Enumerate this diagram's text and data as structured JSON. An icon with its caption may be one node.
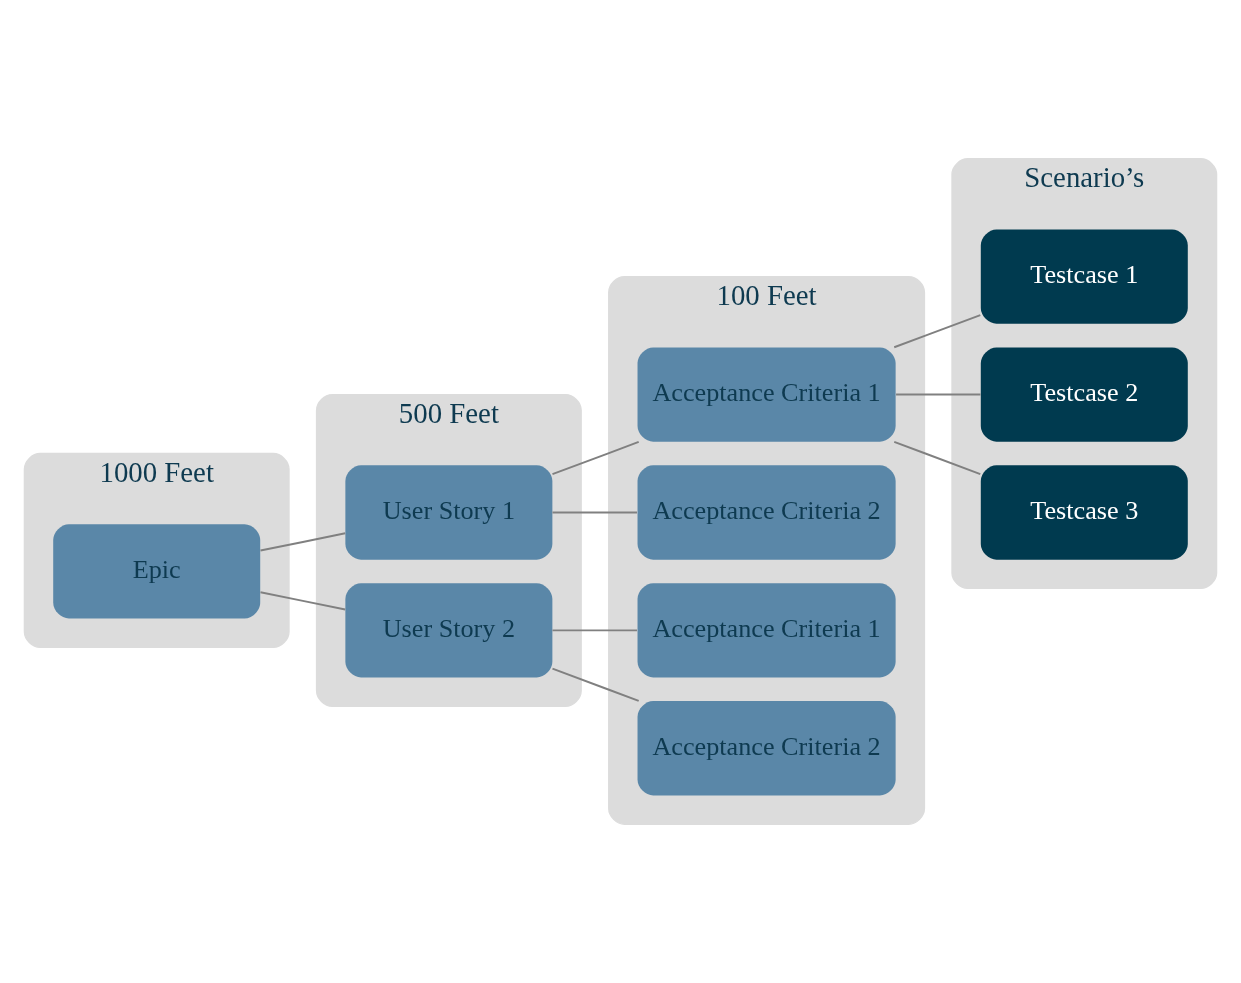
{
  "diagram": {
    "nodes": [
      {
        "text": [
          "1000 Feet"
        ]
      },
      {
        "text": [
          "500 Feet"
        ]
      },
      {
        "text": [
          "100 Feet"
        ]
      },
      {
        "text": [
          "Scenario’s"
        ]
      },
      {
        "text": [
          "Epic"
        ],
        "in": 0
      },
      {
        "text": [
          "User Story 1"
        ],
        "in": 1
      },
      {
        "text": [
          "User Story 2"
        ],
        "in": 1
      },
      {
        "text": [
          "Acceptance Criteria 1"
        ],
        "in": 2
      },
      {
        "text": [
          "Acceptance Criteria 2"
        ],
        "in": 2
      },
      {
        "text": [
          "Acceptance Criteria 1"
        ],
        "in": 2
      },
      {
        "text": [
          "Acceptance Criteria 2"
        ],
        "in": 2
      },
      {
        "text": [
          "Testcase 1"
        ],
        "in": 3
      },
      {
        "text": [
          "Testcase 2"
        ],
        "in": 3
      },
      {
        "text": [
          "Testcase 3"
        ],
        "in": 3
      }
    ],
    "edges": [
      {
        "from": 4,
        "to": 5,
        "arrow": "none"
      },
      {
        "from": 4,
        "to": 6,
        "arrow": "none"
      },
      {
        "from": 5,
        "to": 7,
        "arrow": "none"
      },
      {
        "from": 5,
        "to": 8,
        "arrow": "none"
      },
      {
        "from": 6,
        "to": 9,
        "arrow": "none"
      },
      {
        "from": 6,
        "to": 10,
        "arrow": "none"
      },
      {
        "from": 7,
        "to": 11,
        "arrow": "none"
      },
      {
        "from": 7,
        "to": 12,
        "arrow": "none"
      },
      {
        "from": 7,
        "to": 13,
        "arrow": "none"
      }
    ]
  }
}
